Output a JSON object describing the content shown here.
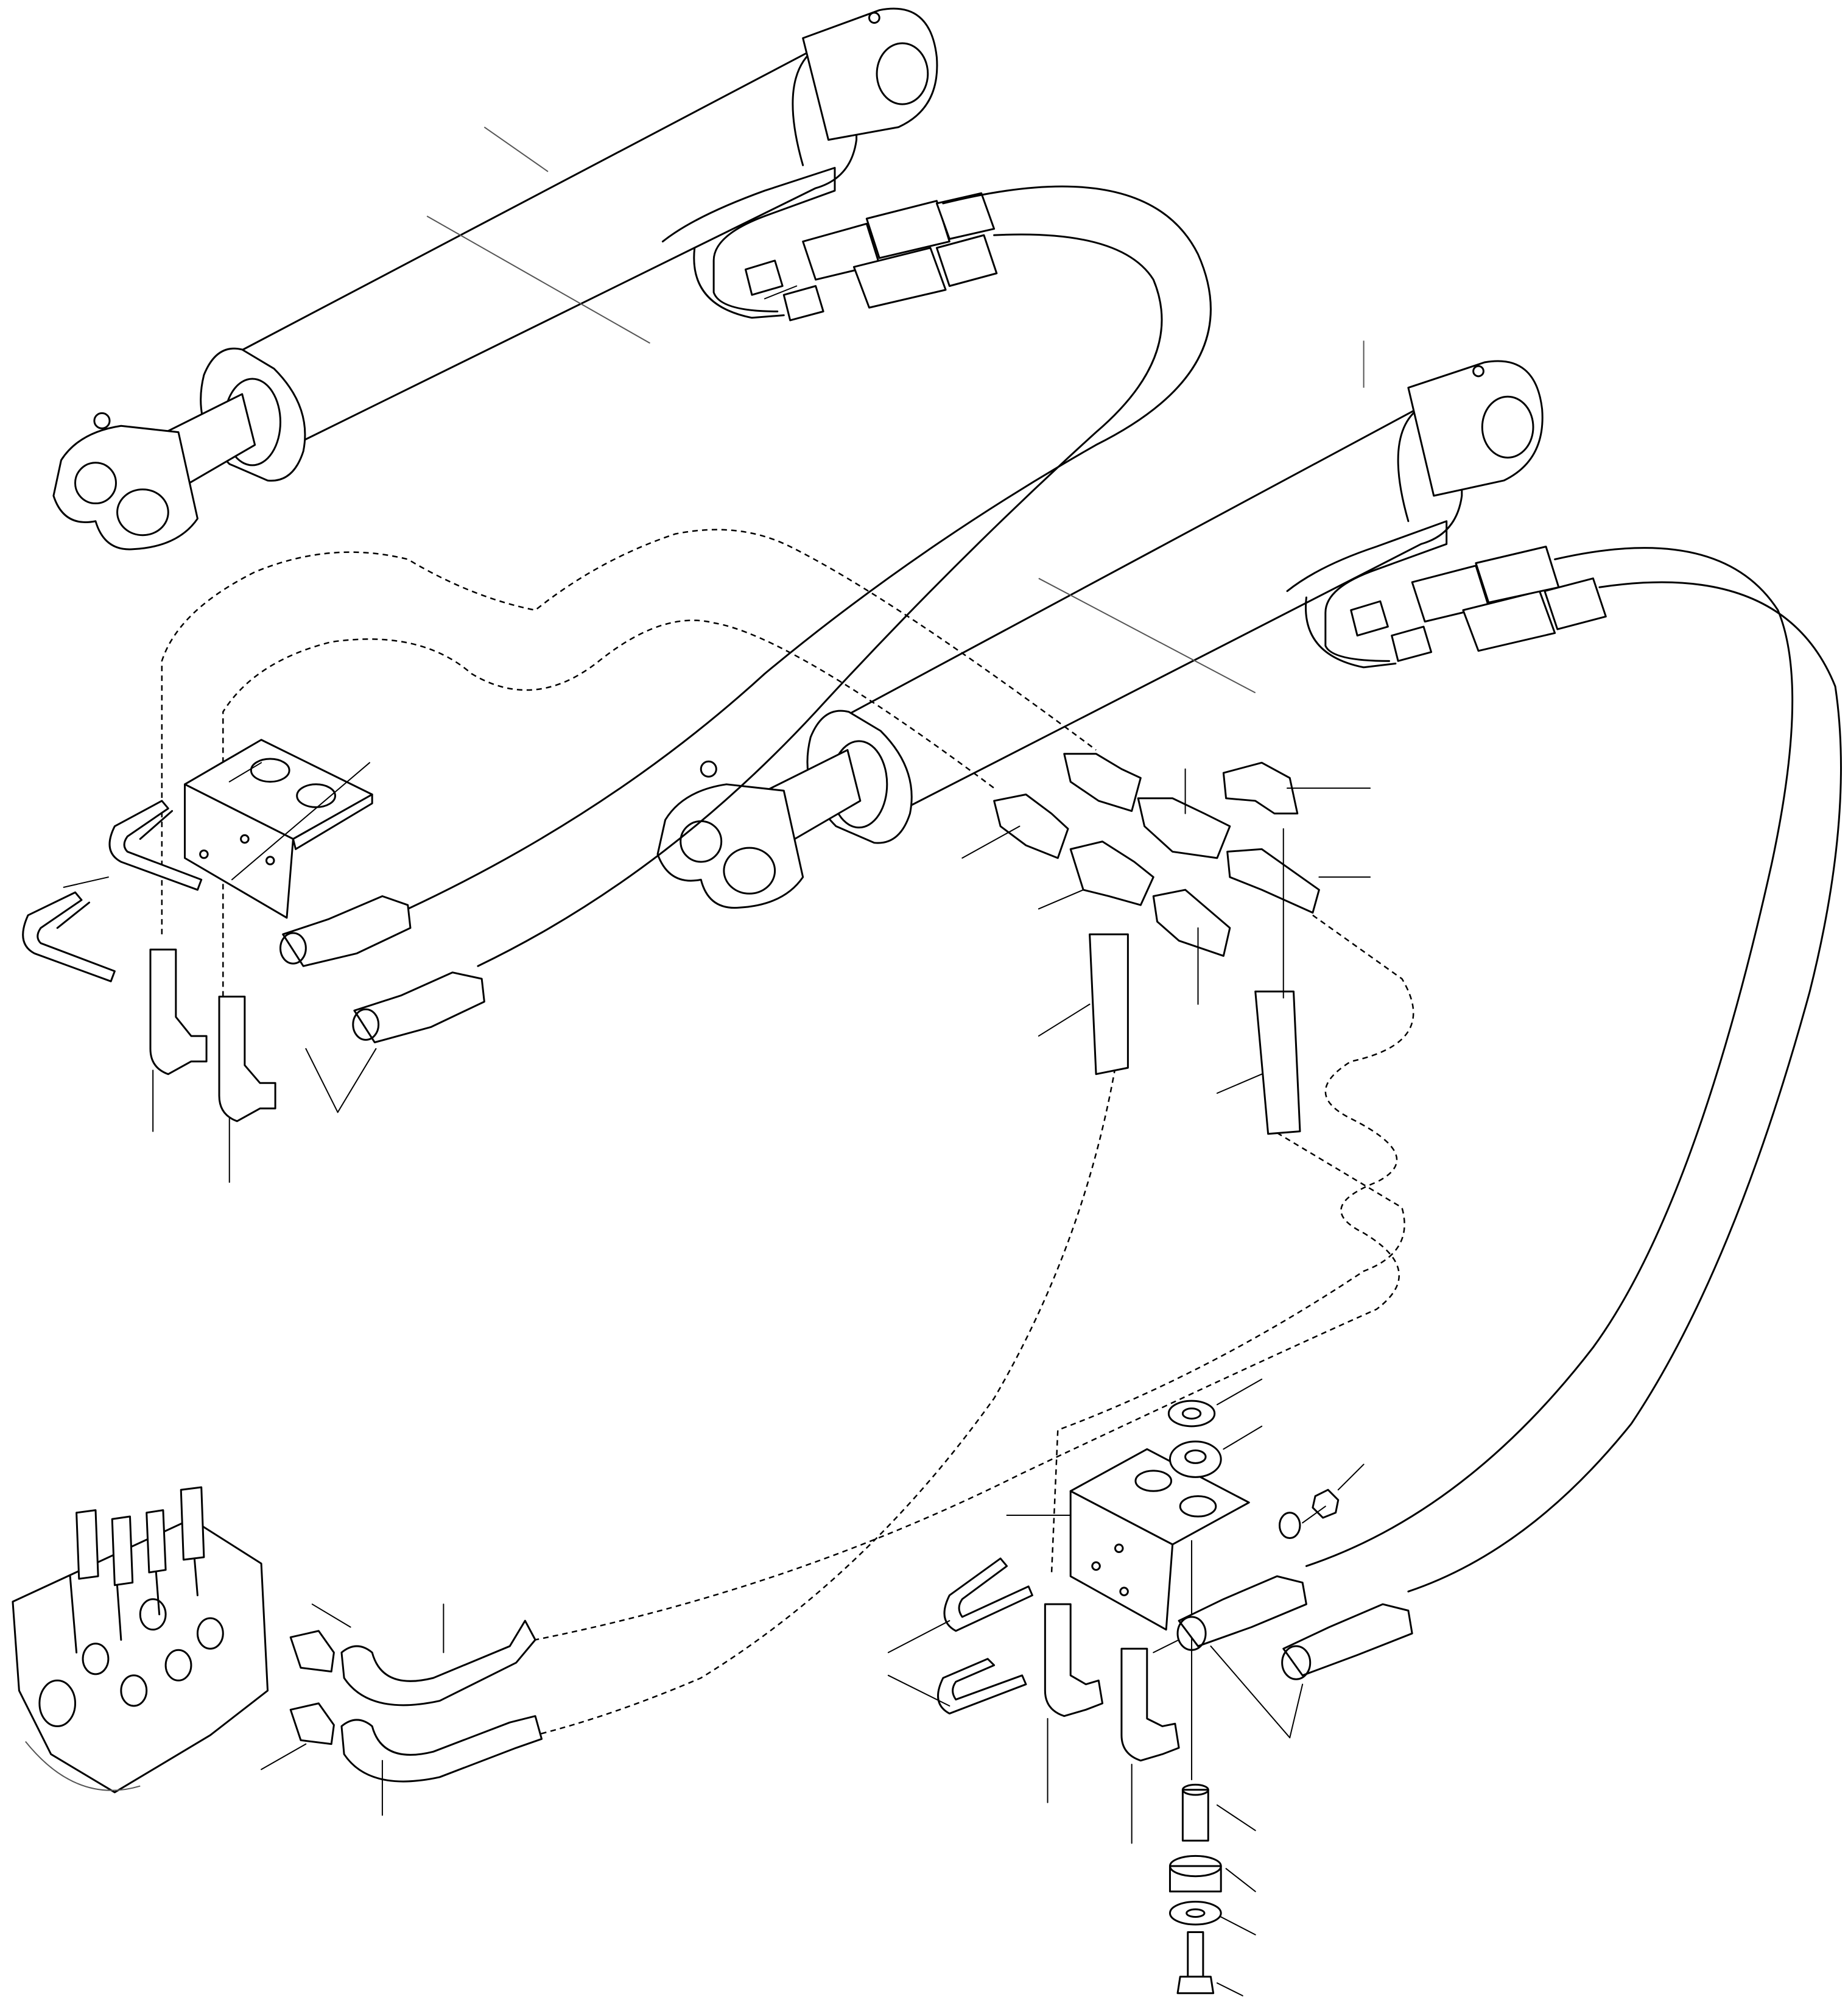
{
  "colors": {
    "line": "#000000",
    "background": "#ffffff"
  },
  "components": [
    "hydraulic-cylinder-upper",
    "hydraulic-cylinder-lower",
    "bracket-left",
    "bracket-right",
    "control-valve-block",
    "hydraulic-hose-long-right",
    "hydraulic-hose-long-left",
    "elbow-fittings",
    "tee-fittings",
    "u-bolts",
    "washers-and-nuts",
    "flange-bolt"
  ]
}
